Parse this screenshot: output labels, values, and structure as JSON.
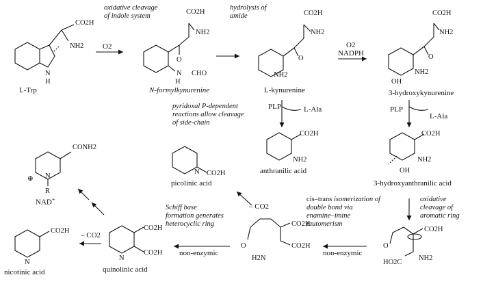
{
  "compounds": {
    "trp": "L-Trp",
    "nfk": "N-formylkynurenine",
    "kyn": "L-kynurenine",
    "hk": "3-hydroxykynurenine",
    "anth": "anthranilic acid",
    "haa": "3-hydroxyanthranilic acid",
    "pic": "picolinic acid",
    "nad": "NAD",
    "nad_sup": "+",
    "nic": "nicotinic acid",
    "quin": "quinolinic acid"
  },
  "notes": {
    "step1_l1": "oxidative cleavage",
    "step1_l2": "of indole system",
    "step2_l1": "hydrolysis of",
    "step2_l2": "amide",
    "plp_l1": "pyridoxal P-dependent",
    "plp_l2": "reactions allow cleavage",
    "plp_l3": "of side-chain",
    "ox_l1": "oxidative",
    "ox_l2": "cleavage of",
    "ox_l3": "aromatic ring",
    "iso_l1a": "cis–trans",
    "iso_l1b": " isomerization of",
    "iso_l2": "double bond via",
    "iso_l3": "enamine–imine",
    "iso_l4": "tautomerism",
    "schiff_l1": "Schiff base",
    "schiff_l2": "formation generates",
    "schiff_l3": "heterocyclic ring"
  },
  "reagents": {
    "o2": "O2",
    "o2b": "O2",
    "nadph": "NADPH",
    "plp1": "PLP",
    "ala1": "L-Ala",
    "plp2": "PLP",
    "ala2": "L-Ala",
    "co2a": "– CO2",
    "co2b": "– CO2",
    "nonenz1": "non-enzymic",
    "nonenz2": "non-enzymic"
  },
  "atoms": {
    "co2h": "CO2H",
    "nh2": "NH2",
    "nh": "NH",
    "h": "H",
    "n": "N",
    "ncho": "N",
    "cho": "CHO",
    "o": "O",
    "oh": "OH",
    "conh2": "CONH2",
    "r": "R",
    "h2n": "H2N",
    "ho2c": "HO2C",
    "plus": "⊕"
  }
}
